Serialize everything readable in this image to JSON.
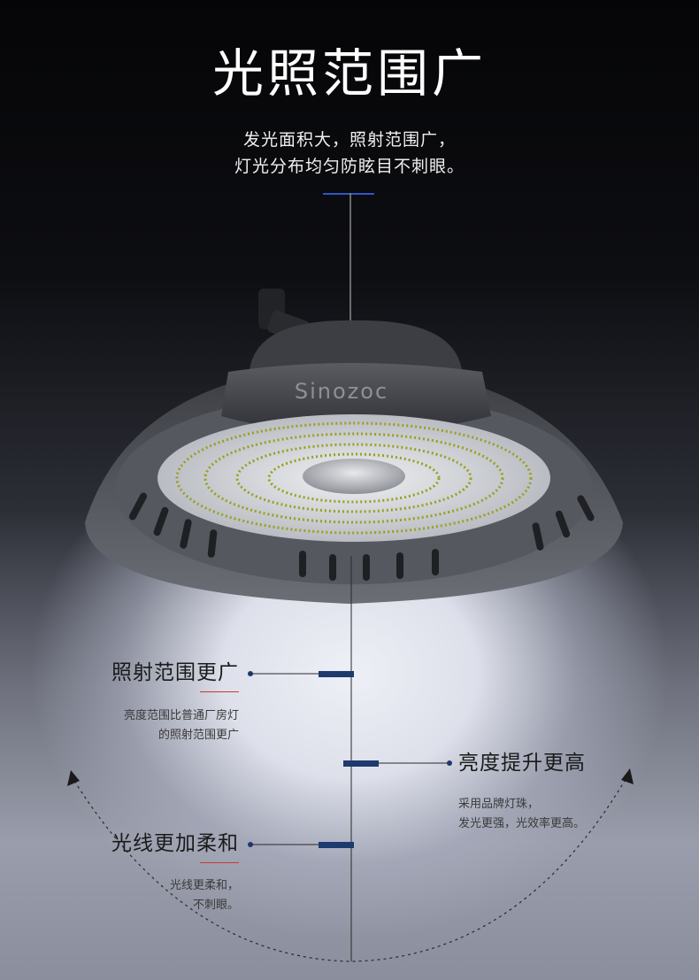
{
  "header": {
    "title": "光照范围广",
    "subtitle_line1": "发光面积大，照射范围广，",
    "subtitle_line2": "灯光分布均匀防眩目不刺眼。"
  },
  "product": {
    "brand": "Sinozoc"
  },
  "features": [
    {
      "title": "照射范围更广",
      "desc_line1": "亮度范围比普通厂房灯",
      "desc_line2": "的照射范围更广"
    },
    {
      "title": "亮度提升更高",
      "desc_line1": "采用品牌灯珠，",
      "desc_line2": "发光更强，光效率更高。"
    },
    {
      "title": "光线更加柔和",
      "desc_line1": "光线更柔和，",
      "desc_line2": "不刺眼。"
    }
  ],
  "colors": {
    "accent_blue": "#2f55c8",
    "marker_navy": "#1e3a6e",
    "underline_red": "#c53a2f"
  }
}
